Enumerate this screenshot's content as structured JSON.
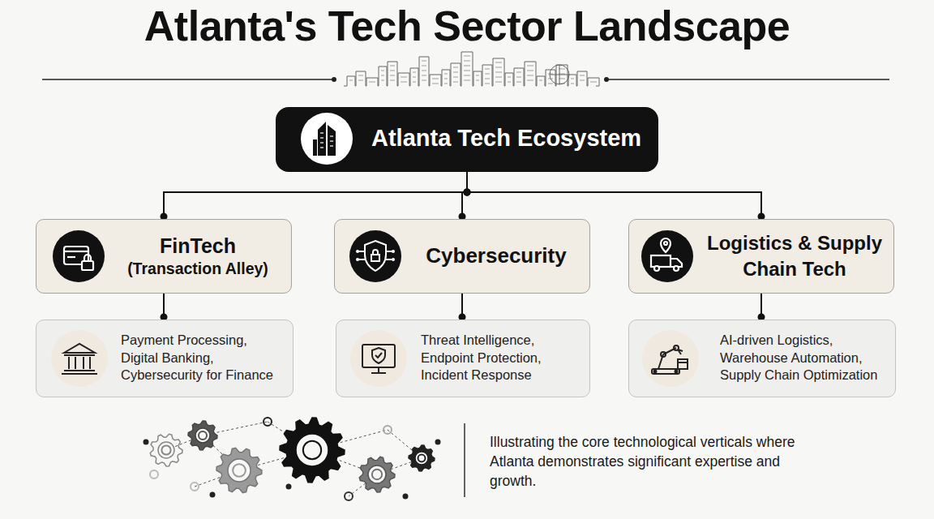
{
  "diagram": {
    "title": "Atlanta's Tech Sector Landscape",
    "caption": "Illustrating the core technological verticals where Atlanta demonstrates significant expertise and growth.",
    "nodes": [
      {
        "text": [
          "Atlanta Tech Ecosystem"
        ]
      },
      {
        "text": [
          "FinTech",
          "(Transaction Alley)"
        ]
      },
      {
        "text": [
          "Cybersecurity"
        ]
      },
      {
        "text": [
          "Logistics & Supply Chain Tech"
        ]
      },
      {
        "text": [
          "Payment Processing, Digital Banking, Cybersecurity for Finance"
        ]
      },
      {
        "text": [
          "Threat Intelligence, Endpoint Protection, Incident Response"
        ]
      },
      {
        "text": [
          "AI-driven Logistics, Warehouse Automation, Supply Chain Optimization"
        ]
      }
    ],
    "edges": [
      {
        "from": 0,
        "to": 1,
        "arrow": "none"
      },
      {
        "from": 0,
        "to": 2,
        "arrow": "none"
      },
      {
        "from": 0,
        "to": 3,
        "arrow": "none"
      },
      {
        "from": 1,
        "to": 4,
        "arrow": "none"
      },
      {
        "from": 2,
        "to": 5,
        "arrow": "none"
      },
      {
        "from": 3,
        "to": 6,
        "arrow": "none"
      }
    ]
  }
}
